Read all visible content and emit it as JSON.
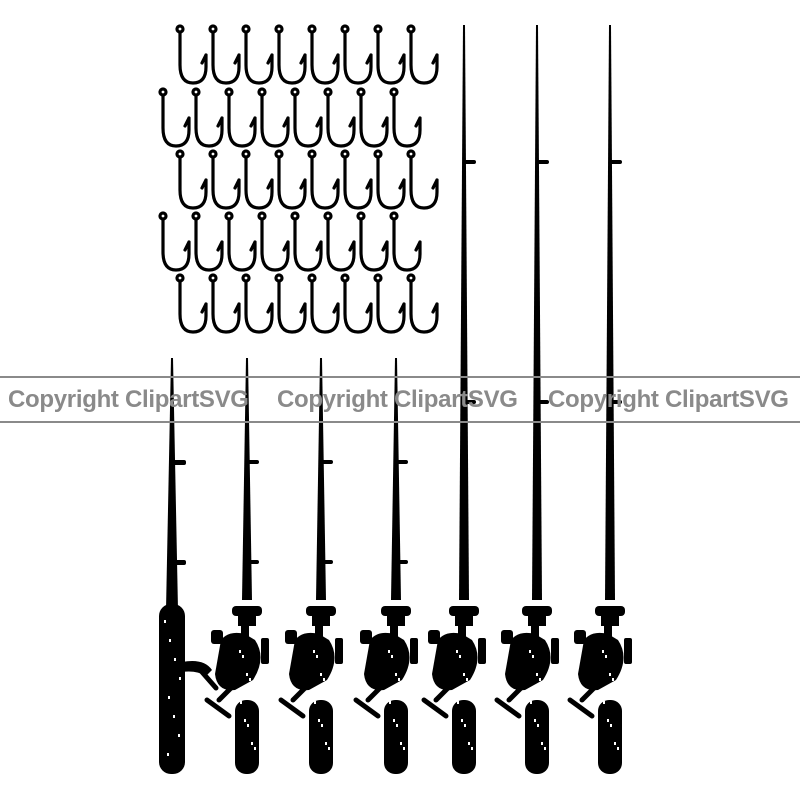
{
  "illustration": {
    "hook_rows": [
      {
        "count": 8,
        "offset": "right"
      },
      {
        "count": 8,
        "offset": "left"
      },
      {
        "count": 8,
        "offset": "right"
      },
      {
        "count": 8,
        "offset": "left"
      },
      {
        "count": 8,
        "offset": "right"
      }
    ],
    "rods": [
      {
        "kind": "baitcaster",
        "length": "short"
      },
      {
        "kind": "spinning",
        "length": "short"
      },
      {
        "kind": "spinning",
        "length": "short"
      },
      {
        "kind": "spinning",
        "length": "short"
      },
      {
        "kind": "spinning",
        "length": "long"
      },
      {
        "kind": "spinning",
        "length": "long"
      },
      {
        "kind": "spinning",
        "length": "long"
      }
    ],
    "ink_color": "#000000",
    "background_color": "#ffffff"
  },
  "watermark": {
    "texts": [
      "Copyright ClipartSVG",
      "Copyright ClipartSVG",
      "Copyright ClipartSVG"
    ],
    "color": "#8a8a8a"
  }
}
